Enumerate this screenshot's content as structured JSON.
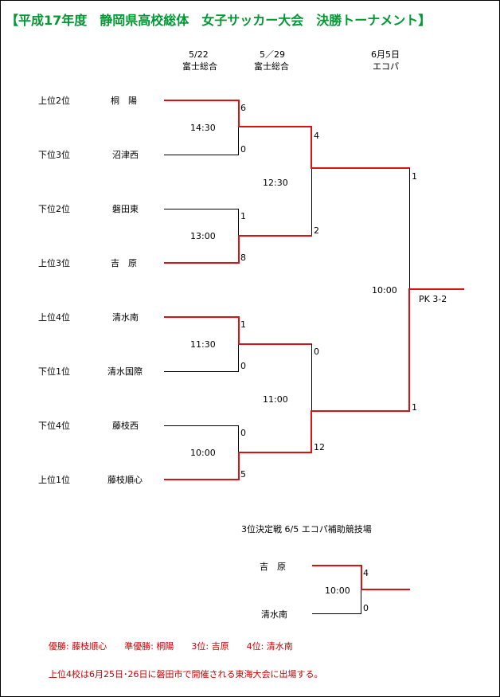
{
  "title": "【平成17年度　静岡県高校総体　女子サッカー大会　決勝トーナメント】",
  "rounds": [
    {
      "date": "5/22",
      "venue": "富士総合"
    },
    {
      "date": "5／29",
      "venue": "富士総合"
    },
    {
      "date": "6月5日",
      "venue": "エコパ"
    }
  ],
  "teams": [
    {
      "seed": "上位2位",
      "name": "桐　陽"
    },
    {
      "seed": "下位3位",
      "name": "沼津西"
    },
    {
      "seed": "下位2位",
      "name": "磐田東"
    },
    {
      "seed": "上位3位",
      "name": "吉　原"
    },
    {
      "seed": "上位4位",
      "name": "清水南"
    },
    {
      "seed": "下位1位",
      "name": "清水国際"
    },
    {
      "seed": "下位4位",
      "name": "藤枝西"
    },
    {
      "seed": "上位1位",
      "name": "藤枝順心"
    }
  ],
  "first_round": [
    {
      "time": "14:30",
      "score_top": "6",
      "score_bottom": "0"
    },
    {
      "time": "13:00",
      "score_top": "1",
      "score_bottom": "8"
    },
    {
      "time": "11:30",
      "score_top": "1",
      "score_bottom": "0"
    },
    {
      "time": "10:00",
      "score_top": "0",
      "score_bottom": "5"
    }
  ],
  "semifinals": [
    {
      "time": "12:30",
      "score_top": "4",
      "score_bottom": "2"
    },
    {
      "time": "11:00",
      "score_top": "0",
      "score_bottom": "12"
    }
  ],
  "final": {
    "time": "10:00",
    "score_top": "1",
    "score_bottom": "1",
    "pk": "PK 3-2"
  },
  "third_place": {
    "heading": "3位決定戦  6/5  エコパ補助競技場",
    "team_top": "吉　原",
    "team_bottom": "清水南",
    "time": "10:00",
    "score_top": "4",
    "score_bottom": "0"
  },
  "results": "優勝: 藤枝順心　　準優勝: 桐陽　　3位: 吉原　　4位: 清水南",
  "note": "上位4校は6月25日･26日に磐田市で開催される東海大会に出場する。",
  "colors": {
    "title": "#009933",
    "winner_line": "#dd1111",
    "note_text": "#cc0000"
  }
}
